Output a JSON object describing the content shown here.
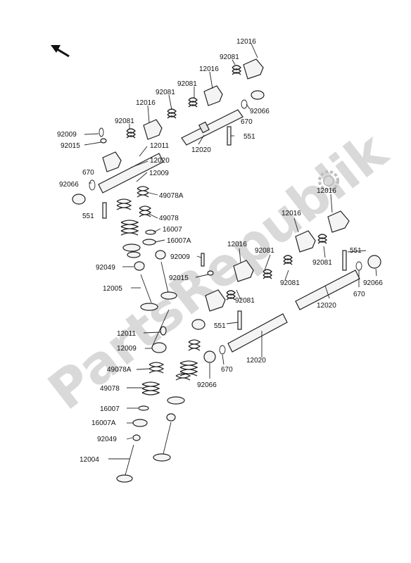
{
  "watermark": "PartsRepublik",
  "icons": {
    "direction": "arrow-up-left-icon",
    "gear": "gear-icon"
  },
  "labels": {
    "l01": "12016",
    "l02": "92081",
    "l03": "12016",
    "l04": "92081",
    "l05": "92081",
    "l06": "12016",
    "l07": "92066",
    "l08": "670",
    "l09": "92081",
    "l10": "551",
    "l11": "92009",
    "l12": "12020",
    "l13": "92015",
    "l14": "12011",
    "l15": "12020",
    "l16": "670",
    "l17": "12009",
    "l18": "92066",
    "l19": "49078A",
    "l20": "551",
    "l21": "49078",
    "l22": "16007",
    "l23": "16007A",
    "l24": "92049",
    "l25": "12005",
    "l26": "12016",
    "l27": "12016",
    "l28": "12016",
    "l29": "92081",
    "l30": "92009",
    "l31": "551",
    "l32": "92015",
    "l33": "92081",
    "l34": "670",
    "l35": "92066",
    "l36": "92081",
    "l37": "12020",
    "l38": "92081",
    "l39": "551",
    "l40": "12011",
    "l41": "12009",
    "l42": "12020",
    "l43": "670",
    "l44": "49078A",
    "l45": "92066",
    "l46": "49078",
    "l47": "16007",
    "l48": "16007A",
    "l49": "92049",
    "l50": "12004"
  }
}
